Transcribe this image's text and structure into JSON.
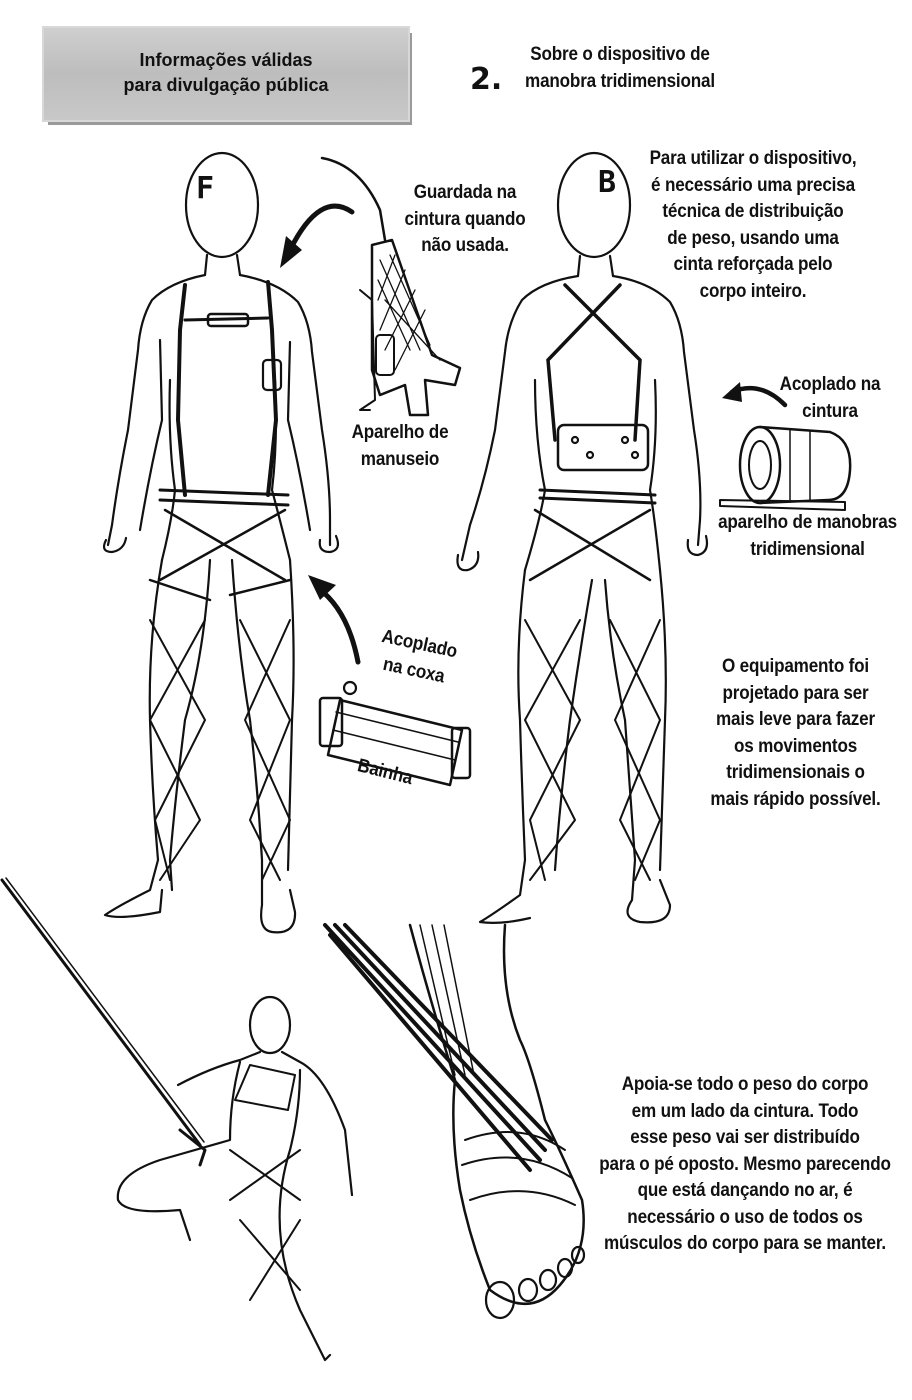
{
  "banner": {
    "line1": "Informações válidas",
    "line2": "para divulgação pública"
  },
  "header": {
    "number": "2.",
    "line1": "Sobre o dispositivo de",
    "line2": "manobra tridimensional"
  },
  "figures": {
    "front_marker": "F",
    "back_marker": "B"
  },
  "labels": {
    "guardada": [
      "Guardada na",
      "cintura quando",
      "não usada."
    ],
    "aparelho_manuseio": [
      "Aparelho de",
      "manuseio"
    ],
    "acoplado_coxa": [
      "Acoplado",
      "na coxa"
    ],
    "bainha": "Bainha",
    "acoplado_cintura": [
      "Acoplado na",
      "cintura"
    ],
    "aparelho_manobras": [
      "aparelho de manobras",
      "tridimensional"
    ]
  },
  "texts": {
    "utilizar": [
      "Para utilizar o dispositivo,",
      "é necessário uma precisa",
      "técnica de distribuição",
      "de peso, usando uma",
      "cinta reforçada pelo",
      "corpo inteiro."
    ],
    "equipamento": [
      "O equipamento foi",
      "projetado para ser",
      "mais leve para fazer",
      "os movimentos",
      "tridimensionais o",
      "mais rápido possível."
    ],
    "apoia": [
      "Apoia-se todo o peso do corpo",
      "em um lado da cintura. Todo",
      "esse peso vai ser distribuído",
      "para o pé oposto. Mesmo parecendo",
      "que está dançando no ar, é",
      "necessário o uso de todos os",
      "músculos do corpo para se manter."
    ]
  }
}
